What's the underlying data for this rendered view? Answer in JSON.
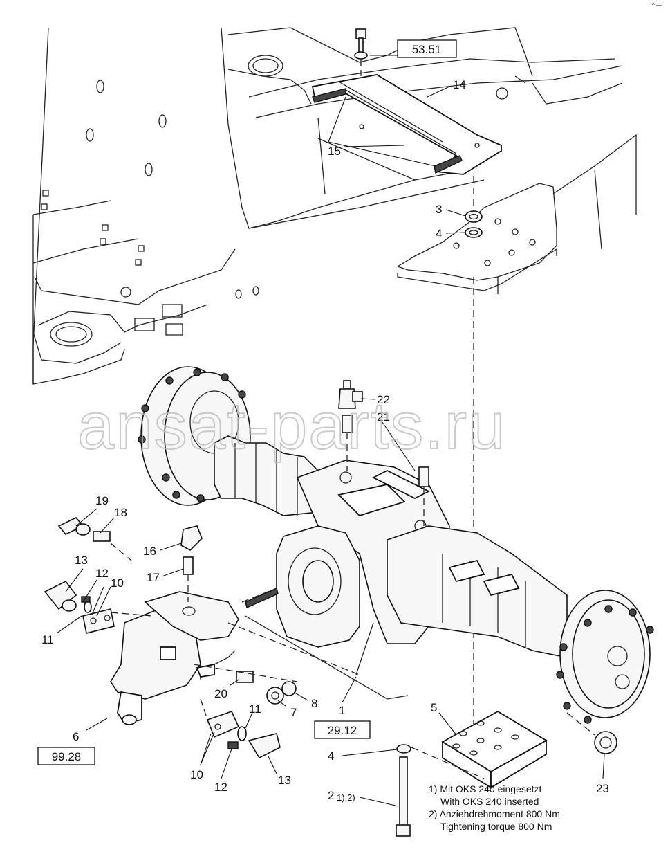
{
  "part_labels": [
    {
      "id": "1",
      "text": "1"
    },
    {
      "id": "2",
      "text": "2",
      "sup": "1),2)"
    },
    {
      "id": "3",
      "text": "3"
    },
    {
      "id": "4a",
      "text": "4"
    },
    {
      "id": "4b",
      "text": "4"
    },
    {
      "id": "5",
      "text": "5"
    },
    {
      "id": "6",
      "text": "6"
    },
    {
      "id": "7",
      "text": "7"
    },
    {
      "id": "8",
      "text": "8"
    },
    {
      "id": "10a",
      "text": "10"
    },
    {
      "id": "10b",
      "text": "10"
    },
    {
      "id": "11a",
      "text": "11"
    },
    {
      "id": "11b",
      "text": "11"
    },
    {
      "id": "12a",
      "text": "12"
    },
    {
      "id": "12b",
      "text": "12"
    },
    {
      "id": "13a",
      "text": "13"
    },
    {
      "id": "13b",
      "text": "13"
    },
    {
      "id": "14",
      "text": "14"
    },
    {
      "id": "15",
      "text": "15"
    },
    {
      "id": "16",
      "text": "16"
    },
    {
      "id": "17",
      "text": "17"
    },
    {
      "id": "18",
      "text": "18"
    },
    {
      "id": "19",
      "text": "19"
    },
    {
      "id": "20",
      "text": "20"
    },
    {
      "id": "21",
      "text": "21"
    },
    {
      "id": "22",
      "text": "22"
    },
    {
      "id": "23",
      "text": "23"
    }
  ],
  "reference_boxes": [
    {
      "id": "ref-53-51",
      "text": "53.51"
    },
    {
      "id": "ref-29-12",
      "text": "29.12"
    },
    {
      "id": "ref-99-28",
      "text": "99.28"
    }
  ],
  "notes": [
    "1) Mit OKS 240 eingesetzt",
    "With OKS 240 inserted",
    "2) Anziehdrehmoment 800 Nm",
    "Tightening torque 800 Nm"
  ],
  "watermark": "ansat-parts.ru",
  "corner_mark": "^ —"
}
